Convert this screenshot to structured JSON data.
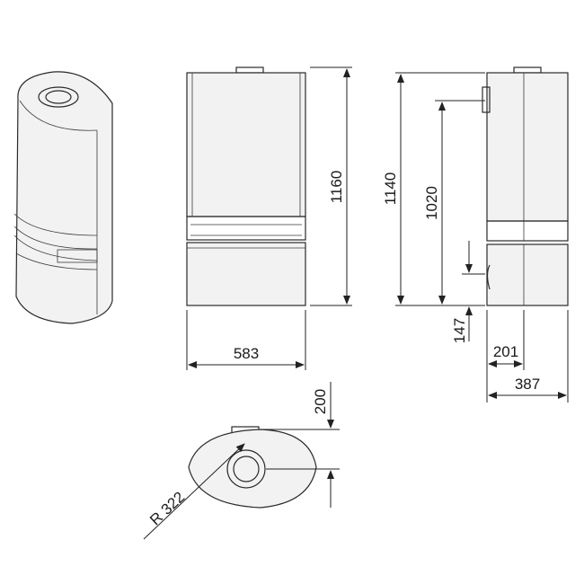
{
  "dimensions": {
    "width_front": "583",
    "height_total": "1160",
    "height_side": "1140",
    "height_outlet": "1020",
    "height_inlet": "147",
    "depth_partial": "201",
    "depth_total": "387",
    "top_offset": "200",
    "radius": "R 322"
  },
  "colors": {
    "line": "#2a2a2a",
    "body": "#f2f2f2"
  }
}
